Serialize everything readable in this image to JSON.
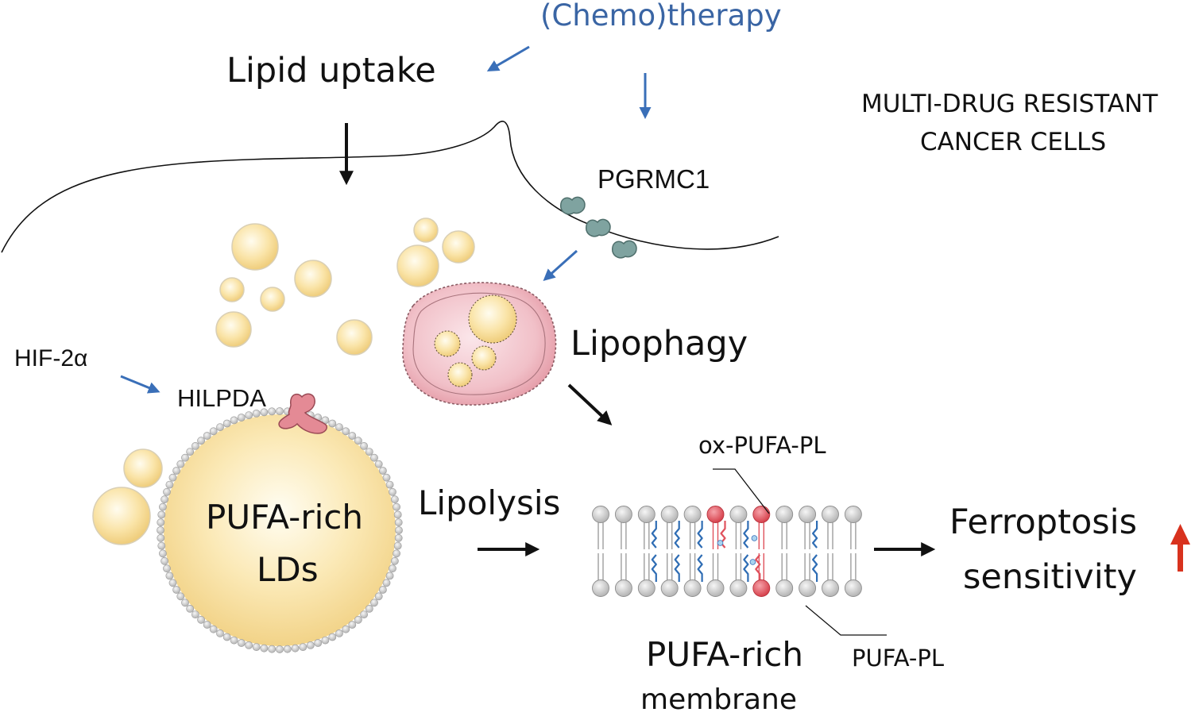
{
  "labels": {
    "chemotherapy": "(Chemo)therapy",
    "lipid_uptake": "Lipid uptake",
    "mdr_line1": "MULTI-DRUG RESISTANT",
    "mdr_line2": "CANCER CELLS",
    "pgrmc1": "PGRMC1",
    "hif2a": "HIF-2α",
    "hilpda": "HILPDA",
    "lipophagy": "Lipophagy",
    "ld_line1": "PUFA-rich",
    "ld_line2": "LDs",
    "lipolysis": "Lipolysis",
    "ox_pufa_pl": "ox-PUFA-PL",
    "pufa_pl": "PUFA-PL",
    "membrane_line1": "PUFA-rich",
    "membrane_line2": "membrane",
    "ferroptosis_line1": "Ferroptosis",
    "ferroptosis_line2": "sensitivity"
  },
  "colors": {
    "regulation_arrow": "#3a6fb8",
    "flow_arrow": "#111111",
    "increase_arrow": "#d8321e",
    "lipid_droplet": "#f6dc9a",
    "autophagosome": "#ebb0b9",
    "protein": "#7fa3a0",
    "ox_lipid": "#e0525d",
    "pufa_tail": "#2f6db4",
    "phospholipid_head": "#c8c8c8"
  }
}
